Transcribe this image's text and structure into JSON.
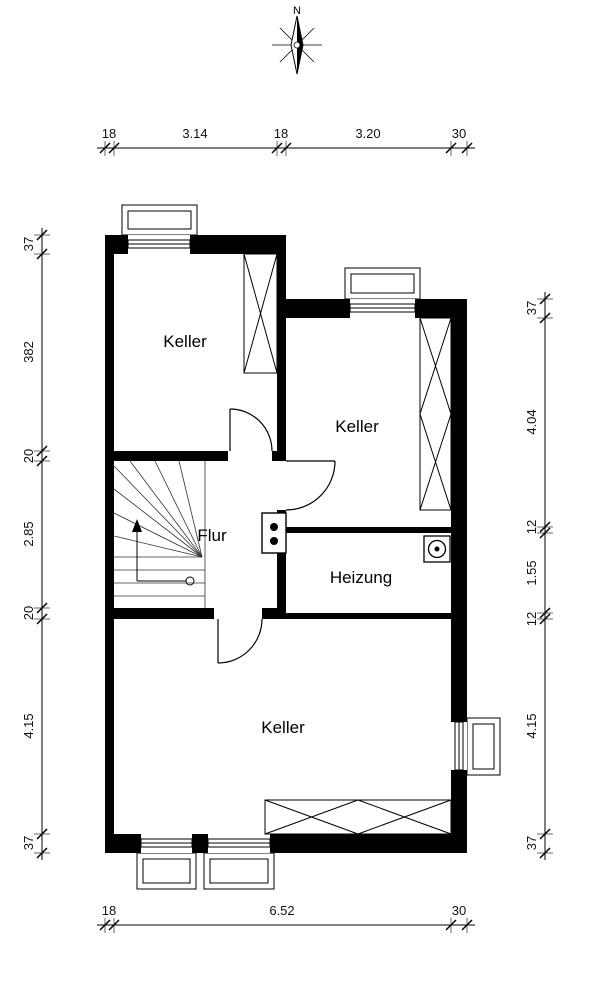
{
  "page": {
    "background": "#ffffff"
  },
  "compass": {
    "label": "N"
  },
  "rooms": [
    {
      "id": "keller-top-left",
      "label": "Keller"
    },
    {
      "id": "keller-top-right",
      "label": "Keller"
    },
    {
      "id": "flur",
      "label": "Flur"
    },
    {
      "id": "heizung",
      "label": "Heizung"
    },
    {
      "id": "keller-bottom",
      "label": "Keller"
    }
  ],
  "dimensions": {
    "top": [
      "18",
      "3.14",
      "18",
      "3.20",
      "30"
    ],
    "bottom": [
      "18",
      "6.52",
      "30"
    ],
    "left": [
      "37",
      "382",
      "20",
      "2.85",
      "20",
      "4.15",
      "37"
    ],
    "right": [
      "37",
      "4.04",
      "12",
      "1.55",
      "12",
      "4.15",
      "37"
    ]
  },
  "symbols": {
    "compass": "north-arrow",
    "boiler": "boiler-circle-in-square",
    "chimney": "chimney-two-flues",
    "stairs": "winder-stair-with-up-arrow"
  },
  "colors": {
    "wall": "#000000",
    "line": "#1a1a1a",
    "dim_text": "#111111",
    "background": "#ffffff"
  }
}
